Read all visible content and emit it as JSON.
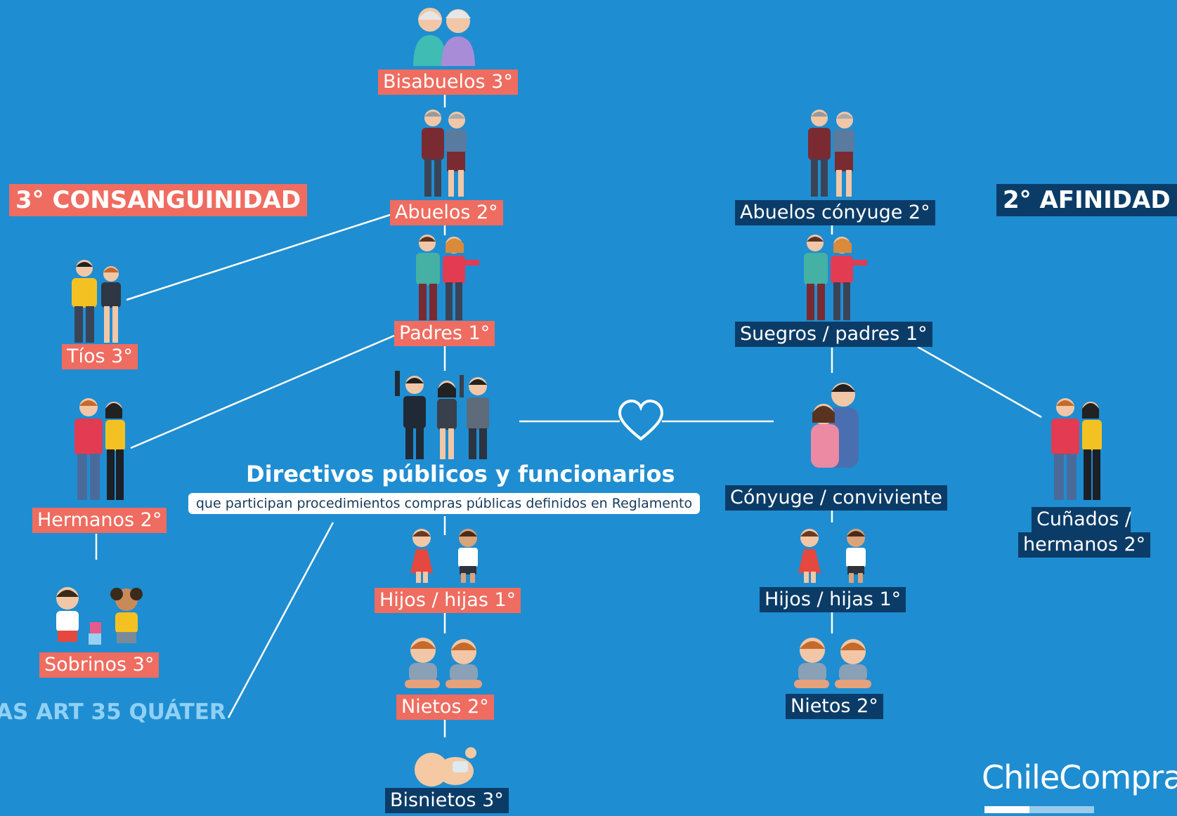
{
  "headings": {
    "consanguinity": "3° CONSANGUINIDAD",
    "affinity": "2° AFINIDAD",
    "article": "AS ART 35 QUÁTER"
  },
  "center": {
    "title": "Directivos públicos y funcionarios",
    "subtitle": "que participan procedimientos compras públicas definidos en Reglamento"
  },
  "consanguinity_nodes": {
    "bisabuelos": "Bisabuelos 3°",
    "abuelos": "Abuelos 2°",
    "padres": "Padres 1°",
    "tios": "Tíos 3°",
    "hermanos": "Hermanos 2°",
    "sobrinos": "Sobrinos 3°",
    "hijos": "Hijos / hijas 1°",
    "nietos": "Nietos 2°",
    "bisnietos": "Bisnietos 3°"
  },
  "affinity_nodes": {
    "abuelos_conyuge": "Abuelos cónyuge 2°",
    "suegros": "Suegros / padres 1°",
    "conyuge": "Cónyuge / conviviente",
    "cunados_line1": "Cuñados /",
    "cunados_line2": "hermanos 2°",
    "hijos": "Hijos / hijas 1°",
    "nietos": "Nietos 2°"
  },
  "brand": {
    "name": "ChileCompra"
  },
  "colors": {
    "background": "#1f8dd1",
    "consanguinity_label": "#ef6c60",
    "affinity_label": "#0b3c68",
    "connector": "#ffffff"
  },
  "icons": [
    "elderly-couple-icon",
    "couple-icon",
    "family-icon",
    "officials-icon",
    "heart-icon",
    "children-icon",
    "toddlers-icon",
    "baby-icon",
    "hugging-couple-icon"
  ]
}
